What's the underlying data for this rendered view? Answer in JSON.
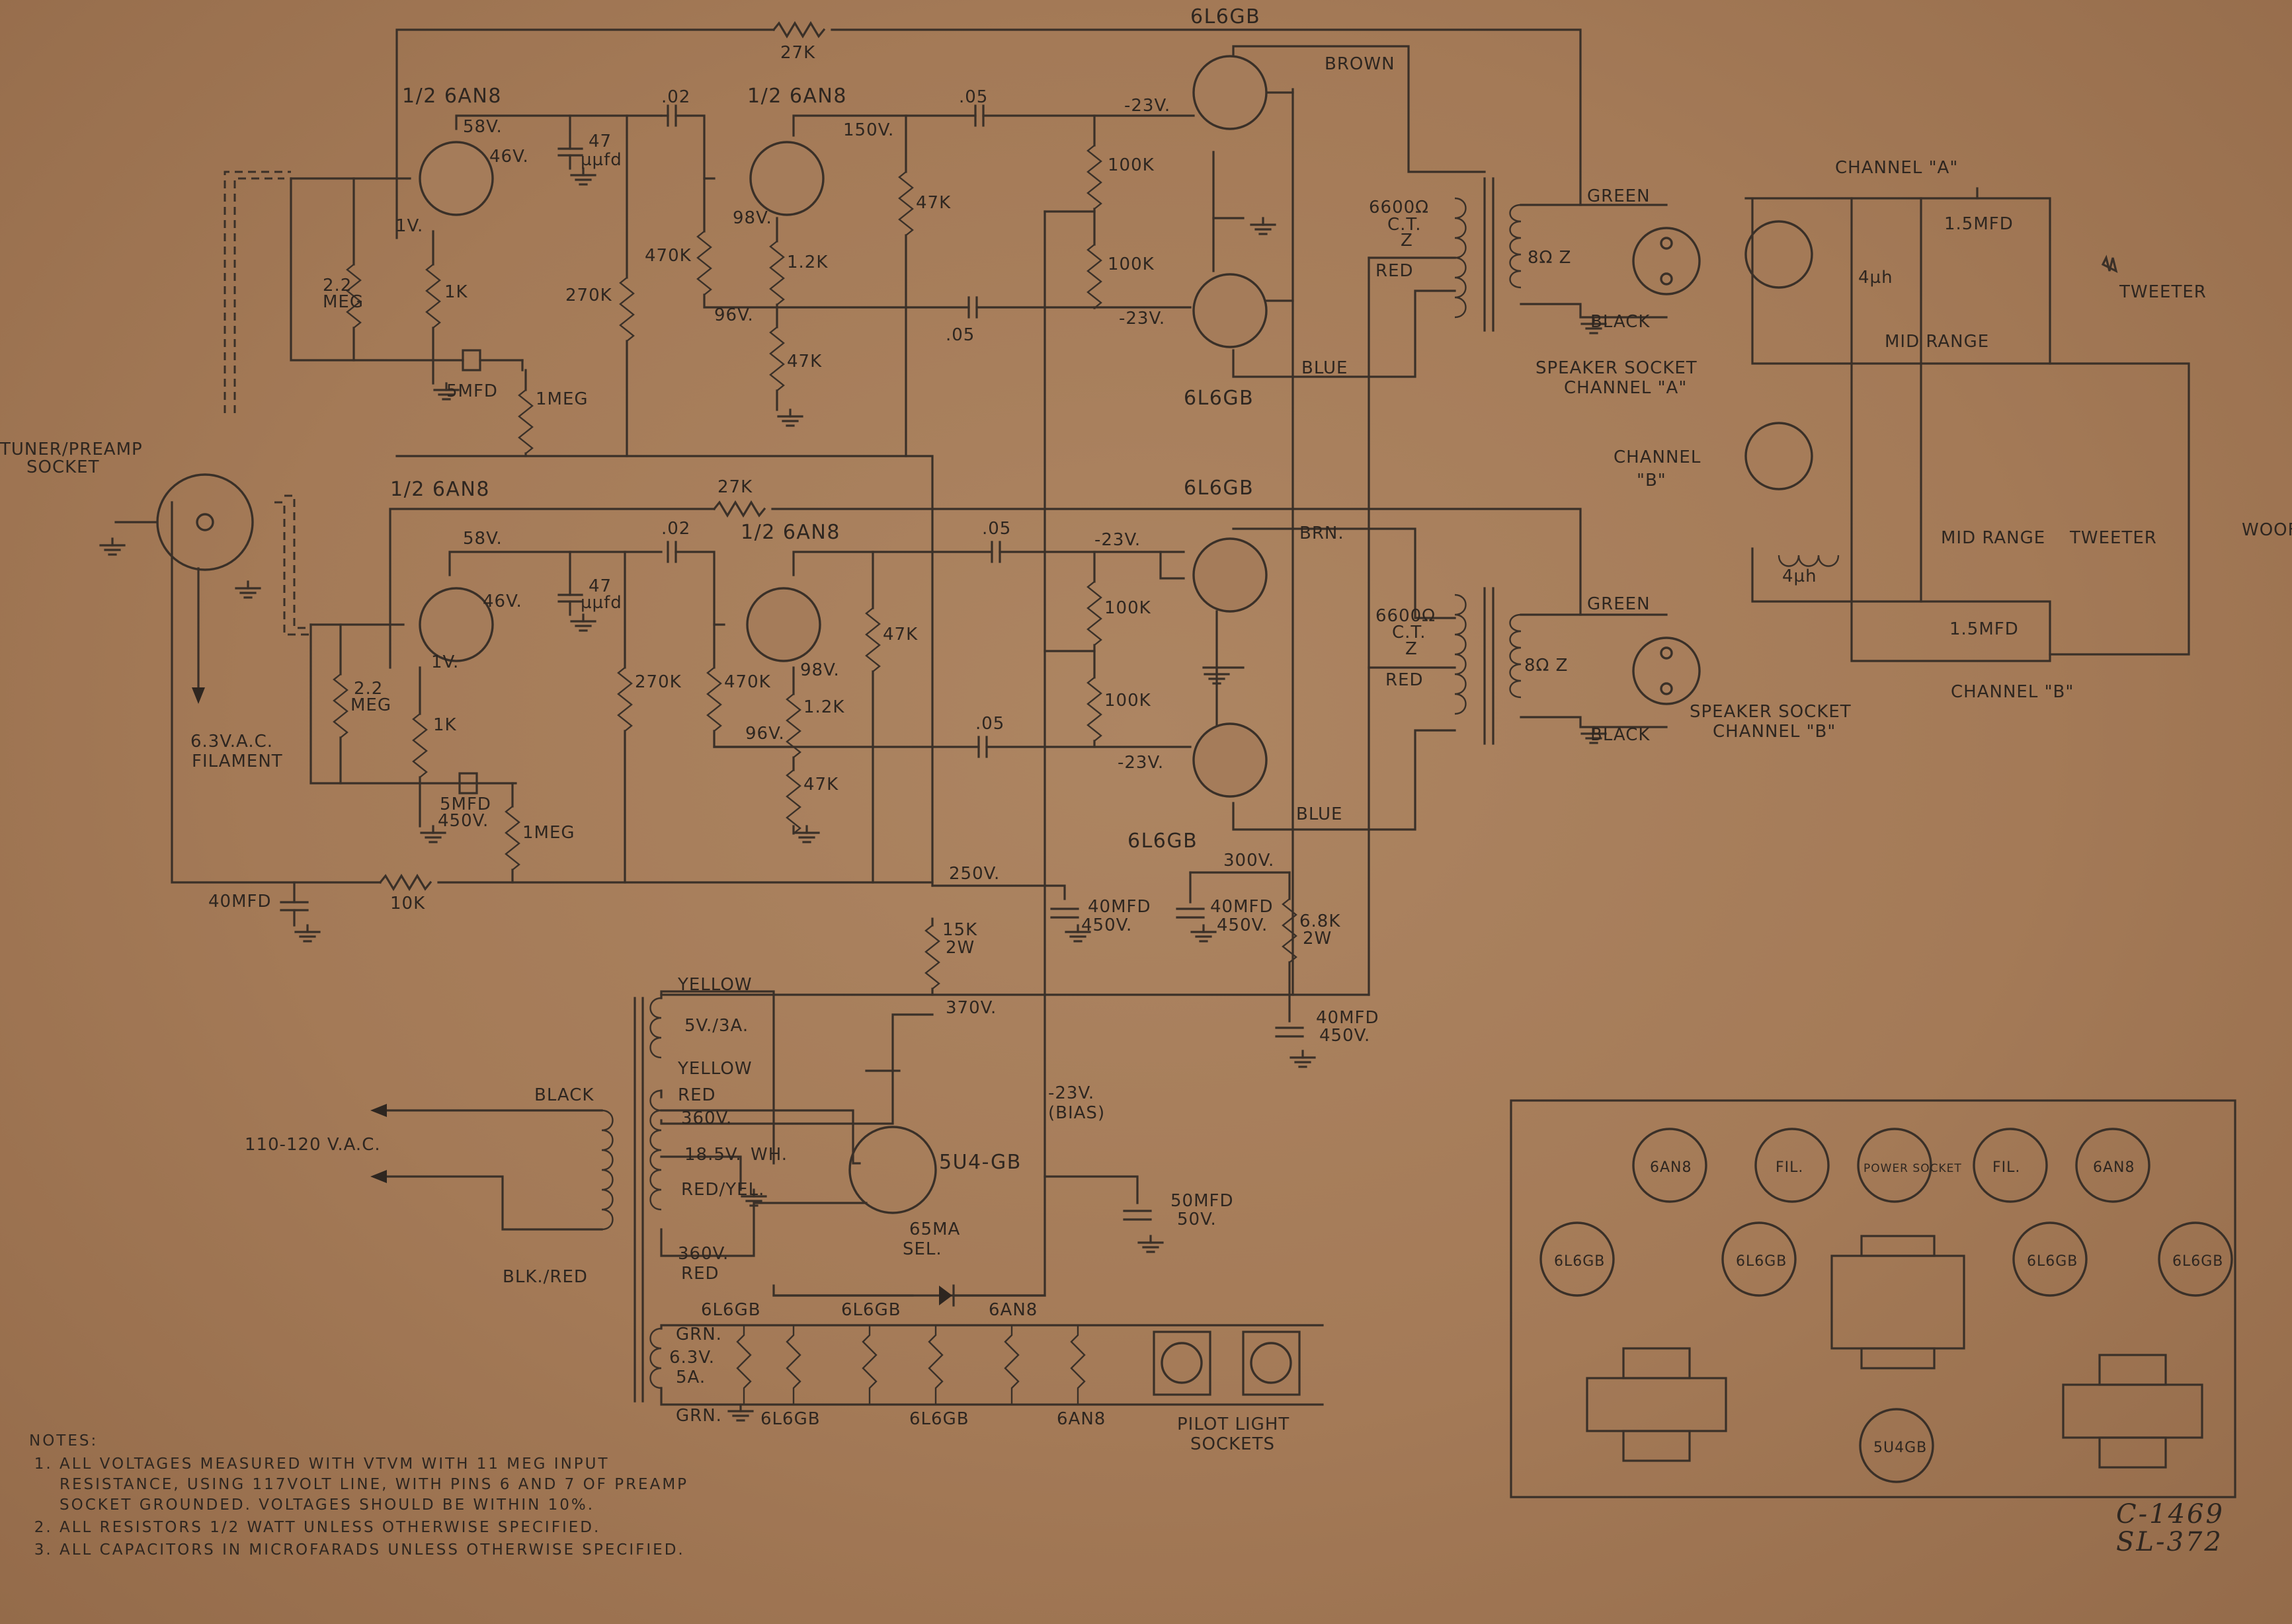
{
  "labels": {
    "tuner_socket": [
      "TUNER/PREAMP",
      "SOCKET"
    ],
    "filament": [
      "6.3V.A.C.",
      "FILAMENT"
    ],
    "half_6an8": "1/2 6AN8",
    "tube_6l6gb": "6L6GB",
    "tube_5u4gb": "5U4-GB",
    "brown": "BROWN",
    "brn": "BRN.",
    "blue": "BLUE",
    "red": "RED",
    "green": "GREEN",
    "black": "BLACK",
    "yellow": "YELLOW",
    "blk_red": "BLK./RED",
    "red_yel": "RED/YEL.",
    "grn": "GRN.",
    "wh": "WH.",
    "ct": "C.T.",
    "z": "Z",
    "ohm_6600": "6600Ω",
    "ohm_8": "8Ω Z",
    "mains": "110-120 V.A.C.",
    "rect": [
      "65MA",
      "SEL."
    ],
    "bias": [
      "-23V.",
      "(BIAS)"
    ],
    "filament_sec": [
      "6.3V.",
      "5A."
    ],
    "sec_5v": "5V./3A.",
    "pilot": [
      "PILOT LIGHT",
      "SOCKETS"
    ],
    "speaker_a": [
      "SPEAKER SOCKET",
      "CHANNEL \"A\""
    ],
    "speaker_b": [
      "SPEAKER SOCKET",
      "CHANNEL \"B\""
    ],
    "channel_a": "CHANNEL \"A\"",
    "channel_b_top": [
      "CHANNEL",
      "\"B\""
    ],
    "channel_b_bottom": "CHANNEL \"B\"",
    "tweeter": "TWEETER",
    "mid_range": "MID RANGE",
    "woofer": "WOOFER",
    "mfd_15": "1.5MFD",
    "uh_4": "4µh"
  },
  "values": {
    "r27k": "27K",
    "r22meg": [
      "2.2",
      "MEG"
    ],
    "r1k": "1K",
    "r1meg": "1MEG",
    "r270k": "270K",
    "r470k": "470K",
    "r12k": "1.2K",
    "r47k": "47K",
    "r100k": "100K",
    "r15k": [
      "15K",
      "2W"
    ],
    "r68k": [
      "6.8K",
      "2W"
    ],
    "r10k": "10K",
    "c02": ".02",
    "c05": ".05",
    "c47": [
      "47",
      "µµfd"
    ],
    "c5mfd": "5MFD",
    "c5mfd450": [
      "5MFD",
      "450V."
    ],
    "c40": "40MFD",
    "c40_450": [
      "40MFD",
      "450V."
    ],
    "c50": [
      "50MFD",
      "50V."
    ],
    "v58": "58V.",
    "v46": "46V.",
    "v1": "1V.",
    "v98": "98V.",
    "v96": "96V.",
    "v150": "150V.",
    "vm23": "-23V.",
    "v250": "250V.",
    "v300": "300V.",
    "v370": "370V.",
    "v360": "360V.",
    "v185": "18.5V."
  },
  "layout_panel": {
    "row1": [
      "6AN8",
      "FIL.",
      "POWER SOCKET",
      "FIL.",
      "6AN8"
    ],
    "row2": [
      "6L6GB",
      "6L6GB",
      "6L6GB",
      "6L6GB"
    ],
    "rect": "5U4GB"
  },
  "heater_wiring": {
    "top": [
      "6L6GB",
      "6L6GB",
      "6AN8"
    ],
    "bottom": [
      "6L6GB",
      "6L6GB",
      "6AN8"
    ]
  },
  "notes": {
    "title": "NOTES:",
    "items": [
      "ALL VOLTAGES MEASURED WITH VTVM WITH 11 MEG INPUT RESISTANCE, USING 117VOLT LINE, WITH PINS 6 AND 7 OF PREAMP SOCKET GROUNDED. VOLTAGES SHOULD BE WITHIN 10%.",
      "ALL RESISTORS 1/2 WATT UNLESS OTHERWISE SPECIFIED.",
      "ALL CAPACITORS IN MICROFARADS UNLESS OTHERWISE SPECIFIED."
    ]
  },
  "drawing_number": [
    "C-1469",
    "SL-372"
  ]
}
